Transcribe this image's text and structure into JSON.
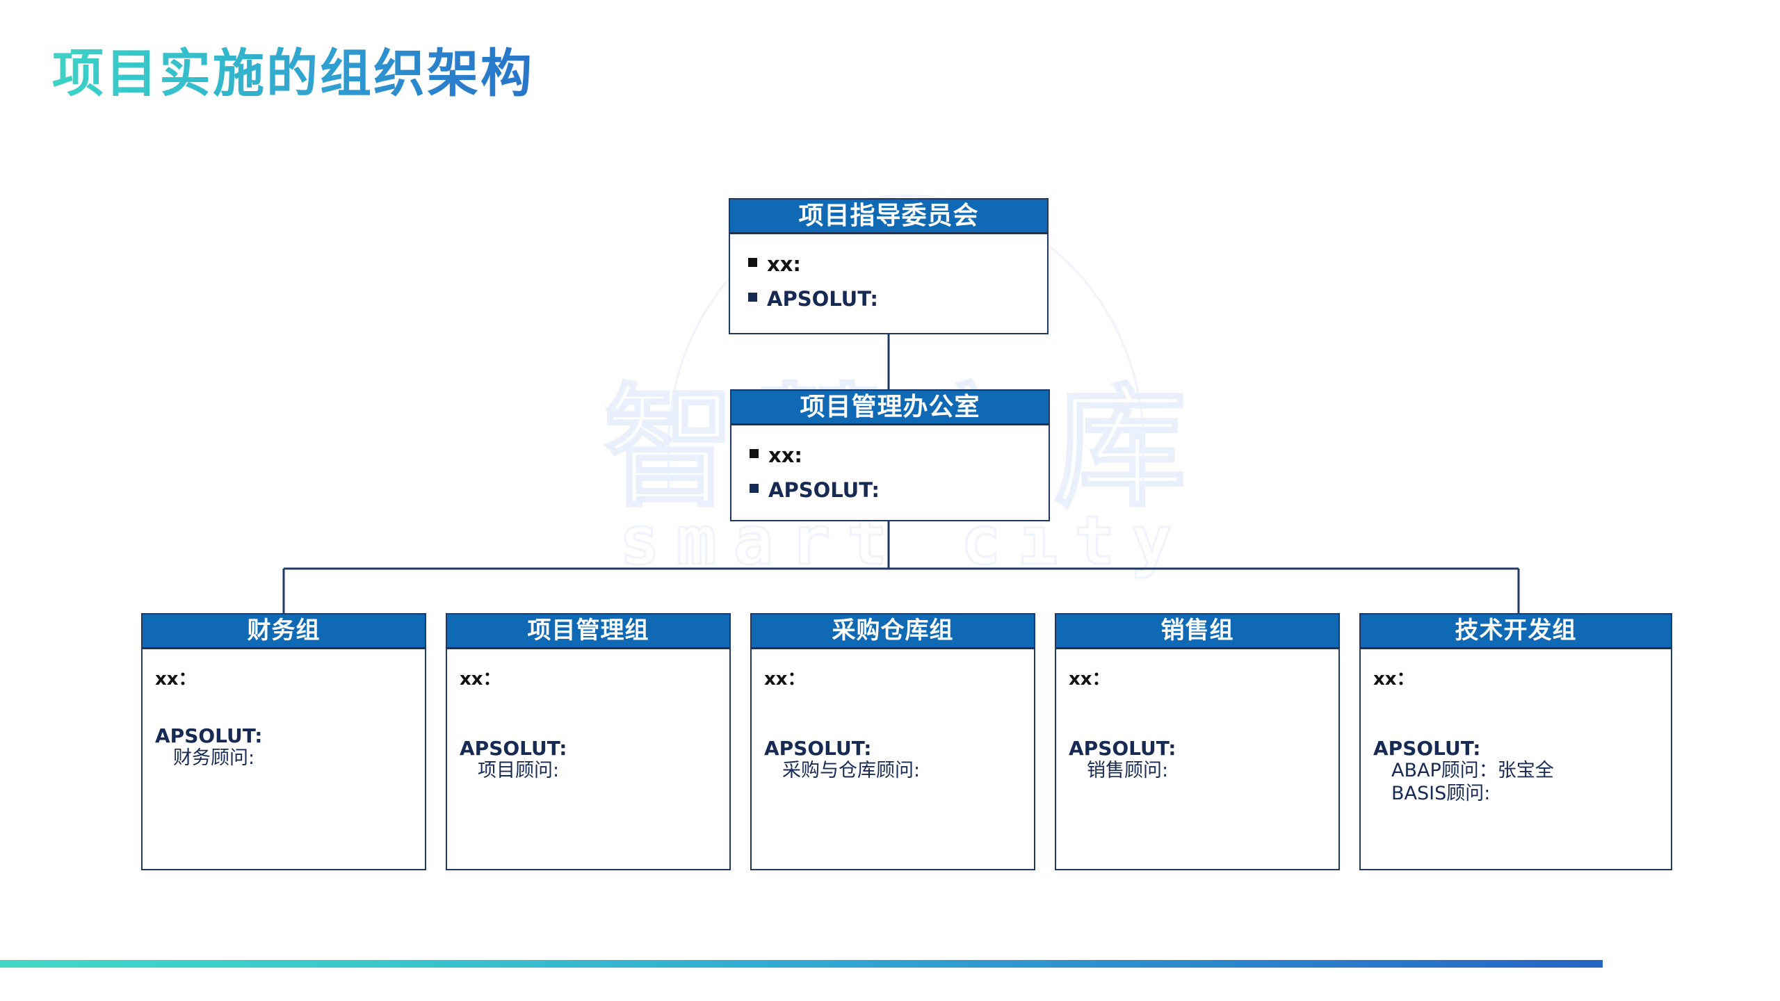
{
  "page": {
    "title": "项目实施的组织架构",
    "accent_teal": "#3dd3c6",
    "accent_blue": "#2565c4",
    "header_blue": "#0f69b4",
    "border_navy": "#1f3864"
  },
  "watermark": {
    "cn": "智慧文库",
    "en": "smart city"
  },
  "chart_data": {
    "type": "diagram",
    "title": "项目实施的组织架构",
    "nodes": [
      {
        "id": "steering",
        "label": "项目指导委员会",
        "level": 1,
        "lines": [
          {
            "text": "xx:",
            "style": "bullet-dark"
          },
          {
            "text": "APSOLUT:",
            "style": "bullet-navy"
          }
        ]
      },
      {
        "id": "pmo",
        "label": "项目管理办公室",
        "level": 2,
        "lines": [
          {
            "text": "xx:",
            "style": "bullet-dark"
          },
          {
            "text": "APSOLUT:",
            "style": "bullet-navy"
          }
        ]
      },
      {
        "id": "finance",
        "label": "财务组",
        "level": 3,
        "lead": "xx：",
        "vendor": "APSOLUT:",
        "roles": [
          "财务顾问:"
        ]
      },
      {
        "id": "project-mgmt",
        "label": "项目管理组",
        "level": 3,
        "lead": "xx：",
        "vendor": "APSOLUT:",
        "roles": [
          "项目顾问:"
        ]
      },
      {
        "id": "purchasing-warehouse",
        "label": "采购仓库组",
        "level": 3,
        "lead": "xx：",
        "vendor": "APSOLUT:",
        "roles": [
          "采购与仓库顾问:"
        ]
      },
      {
        "id": "sales",
        "label": "销售组",
        "level": 3,
        "lead": "xx：",
        "vendor": "APSOLUT:",
        "roles": [
          "销售顾问:"
        ]
      },
      {
        "id": "tech-dev",
        "label": "技术开发组",
        "level": 3,
        "lead": "xx：",
        "vendor": "APSOLUT:",
        "roles": [
          "ABAP顾问：张宝全",
          "BASIS顾问:"
        ]
      }
    ],
    "edges": [
      {
        "from": "steering",
        "to": "pmo"
      },
      {
        "from": "pmo",
        "to": "finance"
      },
      {
        "from": "pmo",
        "to": "project-mgmt"
      },
      {
        "from": "pmo",
        "to": "purchasing-warehouse"
      },
      {
        "from": "pmo",
        "to": "sales"
      },
      {
        "from": "pmo",
        "to": "tech-dev"
      }
    ]
  }
}
